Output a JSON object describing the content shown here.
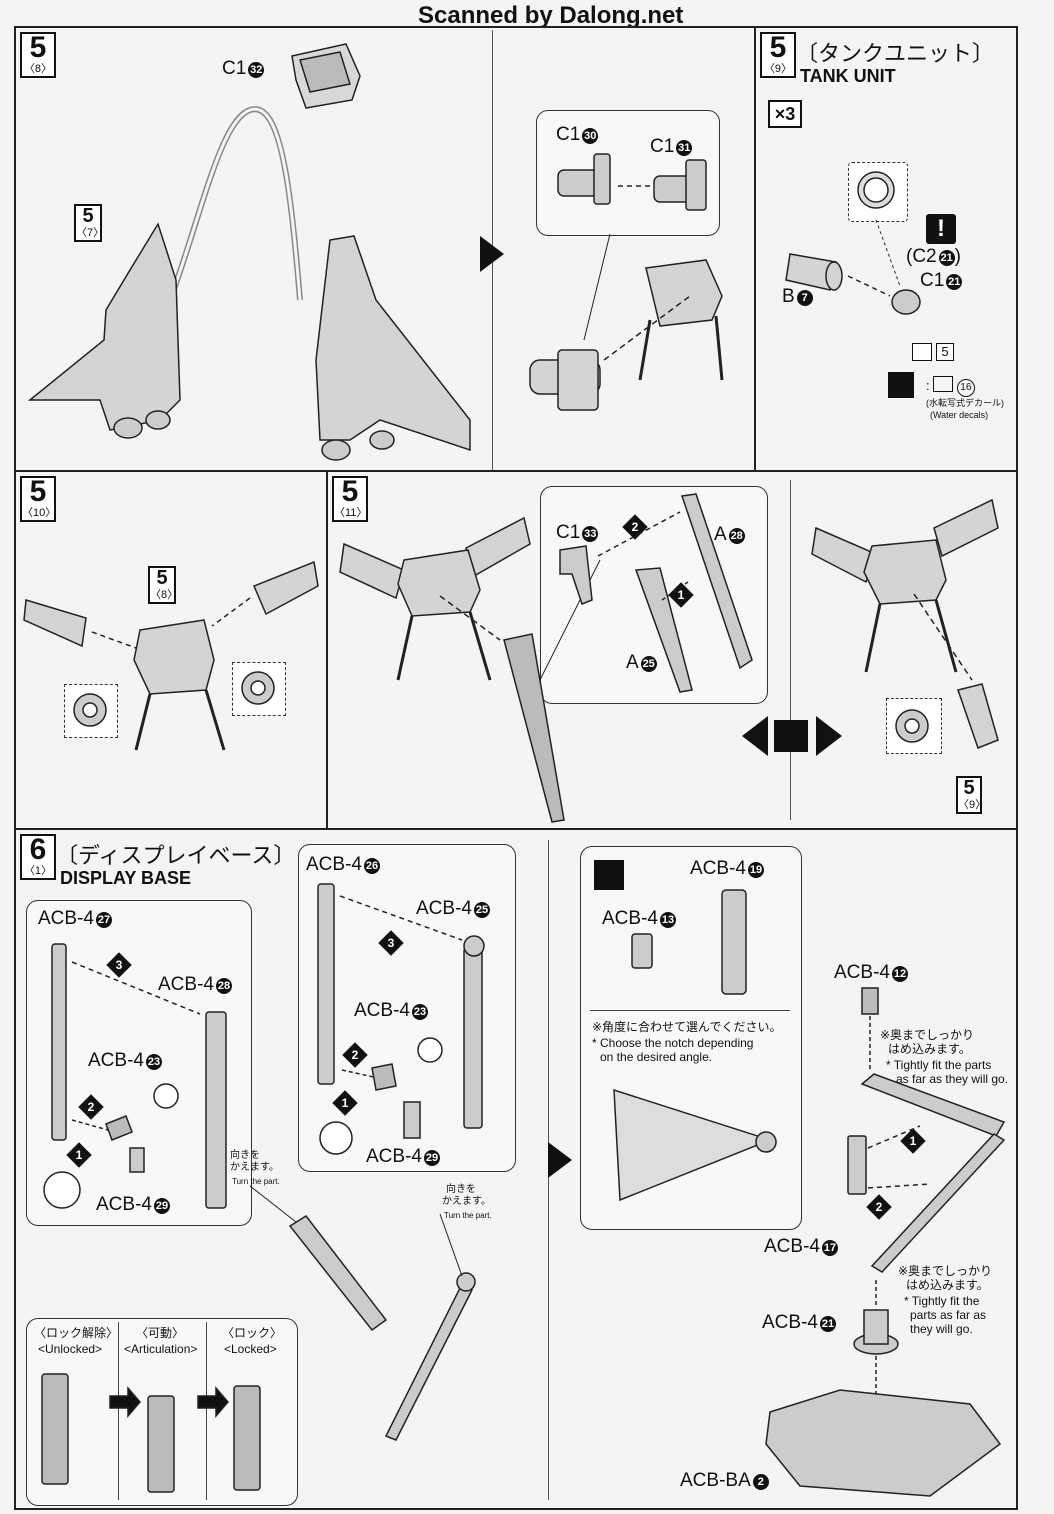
{
  "header": {
    "scan_credit": "Scanned by Dalong.net"
  },
  "steps": {
    "s5_8": {
      "num": "5",
      "sub": "〈8〉",
      "part_c1_32": "C1",
      "n32": "32",
      "ref_num": "5",
      "ref_sub": "〈7〉"
    },
    "s5_8b": {
      "part_c1_30": "C1",
      "n30": "30",
      "part_c1_31": "C1",
      "n31": "31"
    },
    "s5_9": {
      "num": "5",
      "sub": "〈9〉",
      "title_jp": "〔タンクユニット〕",
      "title_en": "TANK UNIT",
      "qty": "×3",
      "warn": "!",
      "c2": "(C2",
      "n21a": "21",
      "c2_close": ")",
      "c1": "C1",
      "n21b": "21",
      "b": "B",
      "n7": "7",
      "sticker_num": "5",
      "decal_num": "16",
      "decal_jp": "(水転写式デカール)",
      "decal_en": "(Water decals)"
    },
    "s5_10": {
      "num": "5",
      "sub": "〈10〉",
      "ref_num": "5",
      "ref_sub": "〈8〉"
    },
    "s5_11": {
      "num": "5",
      "sub": "〈11〉",
      "c1": "C1",
      "n33": "33",
      "a28": "A",
      "n28": "28",
      "a25": "A",
      "n25": "25",
      "step1": "1",
      "step2": "2",
      "ref_num": "5",
      "ref_sub": "〈9〉"
    },
    "s6_1": {
      "num": "6",
      "sub": "〈1〉",
      "title_jp": "〔ディスプレイベース〕",
      "title_en": "DISPLAY BASE",
      "p27": "ACB-4",
      "n27": "27",
      "p28": "ACB-4",
      "n28": "28",
      "p23a": "ACB-4",
      "n23a": "23",
      "p29a": "ACB-4",
      "n29a": "29",
      "p26": "ACB-4",
      "n26": "26",
      "p25": "ACB-4",
      "n25": "25",
      "p23b": "ACB-4",
      "n23b": "23",
      "p29b": "ACB-4",
      "n29b": "29",
      "turn1_jp1": "向きを",
      "turn1_jp2": "かえます。",
      "turn1_en": "Turn the part.",
      "turn2_jp1": "向きを",
      "turn2_jp2": "かえます。",
      "turn2_en": "Turn the part.",
      "unlock_jp": "〈ロック解除〉",
      "unlock_en": "<Unlocked>",
      "artic_jp": "〈可動〉",
      "artic_en": "<Articulation>",
      "lock_jp": "〈ロック〉",
      "lock_en": "<Locked>",
      "s1": "1",
      "s2": "2",
      "s3": "3"
    },
    "s6_right": {
      "p19": "ACB-4",
      "n19": "19",
      "p13": "ACB-4",
      "n13": "13",
      "p12": "ACB-4",
      "n12": "12",
      "p17": "ACB-4",
      "n17": "17",
      "p21": "ACB-4",
      "n21": "21",
      "pba": "ACB-BA",
      "nba": "2",
      "angle_jp": "※角度に合わせて選んでください。",
      "angle_en1": "* Choose the notch depending",
      "angle_en2": "on the desired angle.",
      "tight1_jp1": "※奥までしっかり",
      "tight1_jp2": "はめ込みます。",
      "tight1_en1": "* Tightly fit the parts",
      "tight1_en2": "as far as they will go.",
      "tight2_jp1": "※奥までしっかり",
      "tight2_jp2": "はめ込みます。",
      "tight2_en1": "* Tightly fit the",
      "tight2_en2": "parts as far as",
      "tight2_en3": "they will go.",
      "s1": "1",
      "s2": "2"
    }
  }
}
